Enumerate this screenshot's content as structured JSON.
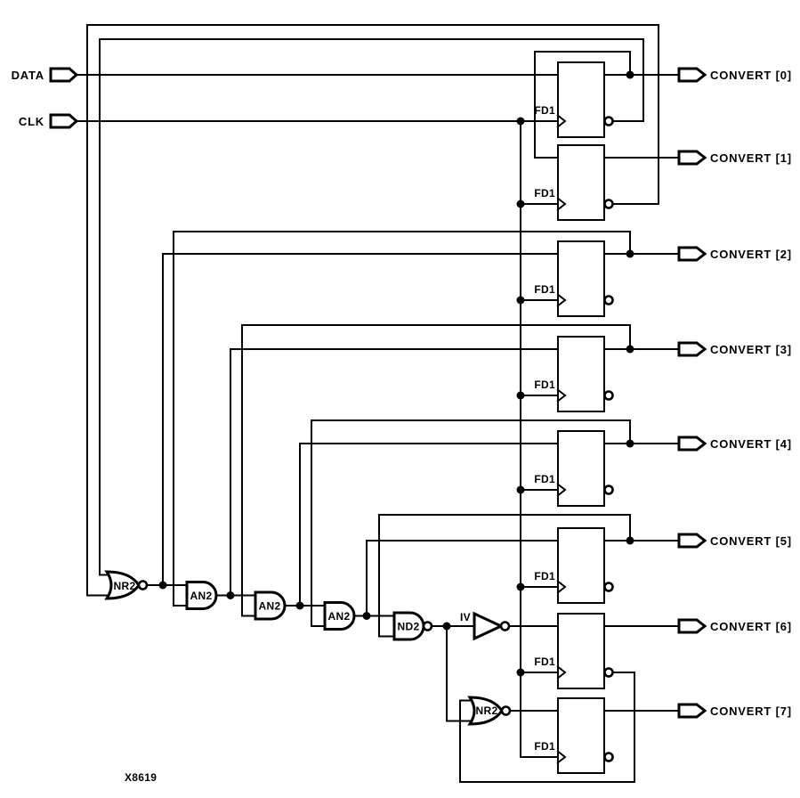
{
  "figure": {
    "caption": "X8619",
    "type": "logic-schematic"
  },
  "colors": {
    "line": "#000000",
    "background": "#ffffff"
  },
  "inputs": [
    {
      "label": "DATA"
    },
    {
      "label": "CLK"
    }
  ],
  "outputs": [
    {
      "label": "CONVERT [0]"
    },
    {
      "label": "CONVERT [1]"
    },
    {
      "label": "CONVERT [2]"
    },
    {
      "label": "CONVERT [3]"
    },
    {
      "label": "CONVERT [4]"
    },
    {
      "label": "CONVERT [5]"
    },
    {
      "label": "CONVERT [6]"
    },
    {
      "label": "CONVERT [7]"
    }
  ],
  "flipflops": [
    {
      "label": "FD1"
    },
    {
      "label": "FD1"
    },
    {
      "label": "FD1"
    },
    {
      "label": "FD1"
    },
    {
      "label": "FD1"
    },
    {
      "label": "FD1"
    },
    {
      "label": "FD1"
    },
    {
      "label": "FD1"
    }
  ],
  "gates": [
    {
      "label": "NR2"
    },
    {
      "label": "AN2"
    },
    {
      "label": "AN2"
    },
    {
      "label": "AN2"
    },
    {
      "label": "ND2"
    },
    {
      "label": "IV"
    },
    {
      "label": "NR2"
    }
  ]
}
